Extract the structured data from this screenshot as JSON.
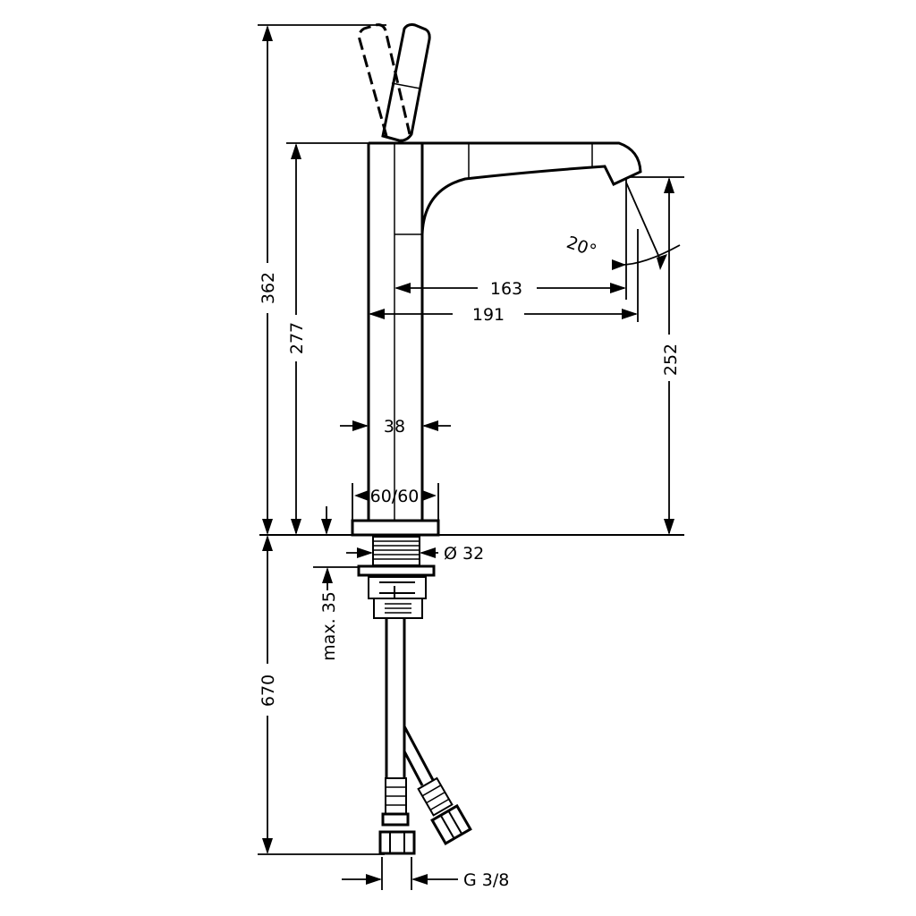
{
  "drawing": {
    "dimensions": {
      "total_height_above": "362",
      "spout_height": "277",
      "outlet_height": "252",
      "projection_axis": "163",
      "projection_edge": "191",
      "body_width": "38",
      "base_plate": "60/60",
      "thread_diameter": "Ø 32",
      "max_counter_thickness": "max. 35",
      "hose_length": "670",
      "connection_thread": "G 3/8",
      "spray_angle": "20°"
    }
  }
}
